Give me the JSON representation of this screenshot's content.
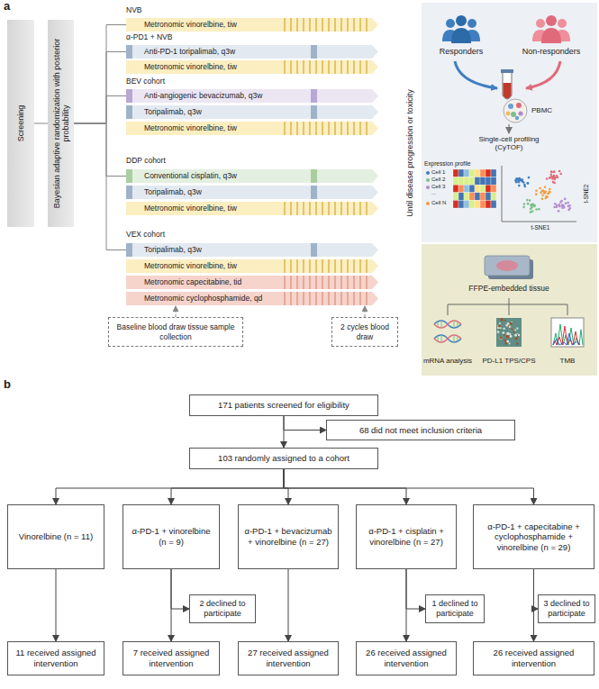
{
  "diagram": {
    "nodes": [
      {
        "text": [
          "Screening"
        ]
      },
      {
        "text": [
          "Bayesian adaptive randomization with posterior probability"
        ]
      },
      {
        "text": [
          "Metronomic vinorelbine, tiw"
        ]
      },
      {
        "text": [
          "Anti-PD-1 toripalimab, q3w"
        ]
      },
      {
        "text": [
          "Metronomic vinorelbine, tiw"
        ]
      },
      {
        "text": [
          "Anti-angiogenic bevacizumab, q3w"
        ]
      },
      {
        "text": [
          "Toripalimab, q3w"
        ]
      },
      {
        "text": [
          "Metronomic vinorelbine, tiw"
        ]
      },
      {
        "text": [
          "Conventional cisplatin, q3w"
        ]
      },
      {
        "text": [
          "Toripalimab, q3w"
        ]
      },
      {
        "text": [
          "Metronomic vinorelbine, tiw"
        ]
      },
      {
        "text": [
          "Toripalimab, q3w"
        ]
      },
      {
        "text": [
          "Metronomic vinorelbine, tiw"
        ]
      },
      {
        "text": [
          "Metronomic capecitabine, tid"
        ]
      },
      {
        "text": [
          "Metronomic cyclophosphamide, qd"
        ]
      },
      {
        "text": [
          "Baseline blood draw tissue sample collection"
        ]
      },
      {
        "text": [
          "2 cycles blood draw"
        ]
      },
      {
        "text": [
          "171 patients screened for eligibility"
        ]
      },
      {
        "text": [
          "68 did not meet inclusion criteria"
        ]
      },
      {
        "text": [
          "103 randomly assigned to a cohort"
        ]
      },
      {
        "text": [
          "Vinorelbine (n = 11)"
        ]
      },
      {
        "text": [
          "α-PD-1 + vinorelbine (n = 9)"
        ]
      },
      {
        "text": [
          "α-PD-1 + bevacizumab + vinorelbine (n = 27)"
        ]
      },
      {
        "text": [
          "α-PD-1 + cisplatin + vinorelbine (n = 27)"
        ]
      },
      {
        "text": [
          "α-PD-1 + capecitabine + cyclophosphamide + vinorelbine (n = 29)"
        ]
      },
      {
        "text": [
          "2 declined to participate"
        ]
      },
      {
        "text": [
          "1 declined to participate"
        ]
      },
      {
        "text": [
          "3 declined to participate"
        ]
      },
      {
        "text": [
          "11 received assigned intervention"
        ]
      },
      {
        "text": [
          "7 received assigned intervention"
        ]
      },
      {
        "text": [
          "27 received assigned intervention"
        ]
      },
      {
        "text": [
          "26 received assigned intervention"
        ]
      },
      {
        "text": [
          "26 received assigned intervention"
        ]
      }
    ],
    "edges": [
      {
        "from": 0,
        "to": 1,
        "arrow": "none"
      },
      {
        "from": 1,
        "to": 2,
        "arrow": "none"
      },
      {
        "from": 1,
        "to": 3,
        "arrow": "none"
      },
      {
        "from": 1,
        "to": 5,
        "arrow": "none"
      },
      {
        "from": 1,
        "to": 8,
        "arrow": "none"
      },
      {
        "from": 1,
        "to": 11,
        "arrow": "none"
      },
      {
        "from": 15,
        "to": 14,
        "arrow": "to"
      },
      {
        "from": 16,
        "to": 14,
        "arrow": "to"
      },
      {
        "from": 17,
        "to": 19,
        "arrow": "to"
      },
      {
        "from": 17,
        "to": 18,
        "arrow": "to"
      },
      {
        "from": 19,
        "to": 20,
        "arrow": "to"
      },
      {
        "from": 19,
        "to": 21,
        "arrow": "to"
      },
      {
        "from": 19,
        "to": 22,
        "arrow": "to"
      },
      {
        "from": 19,
        "to": 23,
        "arrow": "to"
      },
      {
        "from": 19,
        "to": 24,
        "arrow": "to"
      },
      {
        "from": 20,
        "to": 28,
        "arrow": "to"
      },
      {
        "from": 21,
        "to": 29,
        "arrow": "to"
      },
      {
        "from": 21,
        "to": 25,
        "arrow": "to"
      },
      {
        "from": 22,
        "to": 30,
        "arrow": "to"
      },
      {
        "from": 23,
        "to": 31,
        "arrow": "to"
      },
      {
        "from": 23,
        "to": 26,
        "arrow": "to"
      },
      {
        "from": 24,
        "to": 32,
        "arrow": "to"
      },
      {
        "from": 24,
        "to": 27,
        "arrow": "to"
      }
    ],
    "labels": [
      "a",
      "NVB",
      "α-PD1 + NVB",
      "BEV cohort",
      "DDP cohort",
      "VEX cohort",
      "Until disease progression or toxicity",
      "Responders",
      "Non-responders",
      "PBMC",
      "Single-cell profiling (CyTOF)",
      "Expression profile",
      "Cell 1",
      "Cell 2",
      "Cell 3",
      "...",
      "Cell N",
      "t-SNE2",
      "t-SNE1",
      "FFPE-embedded tissue",
      "mRNA analysis",
      "PD-L1 TPS/CPS",
      "TMB",
      "b"
    ]
  }
}
